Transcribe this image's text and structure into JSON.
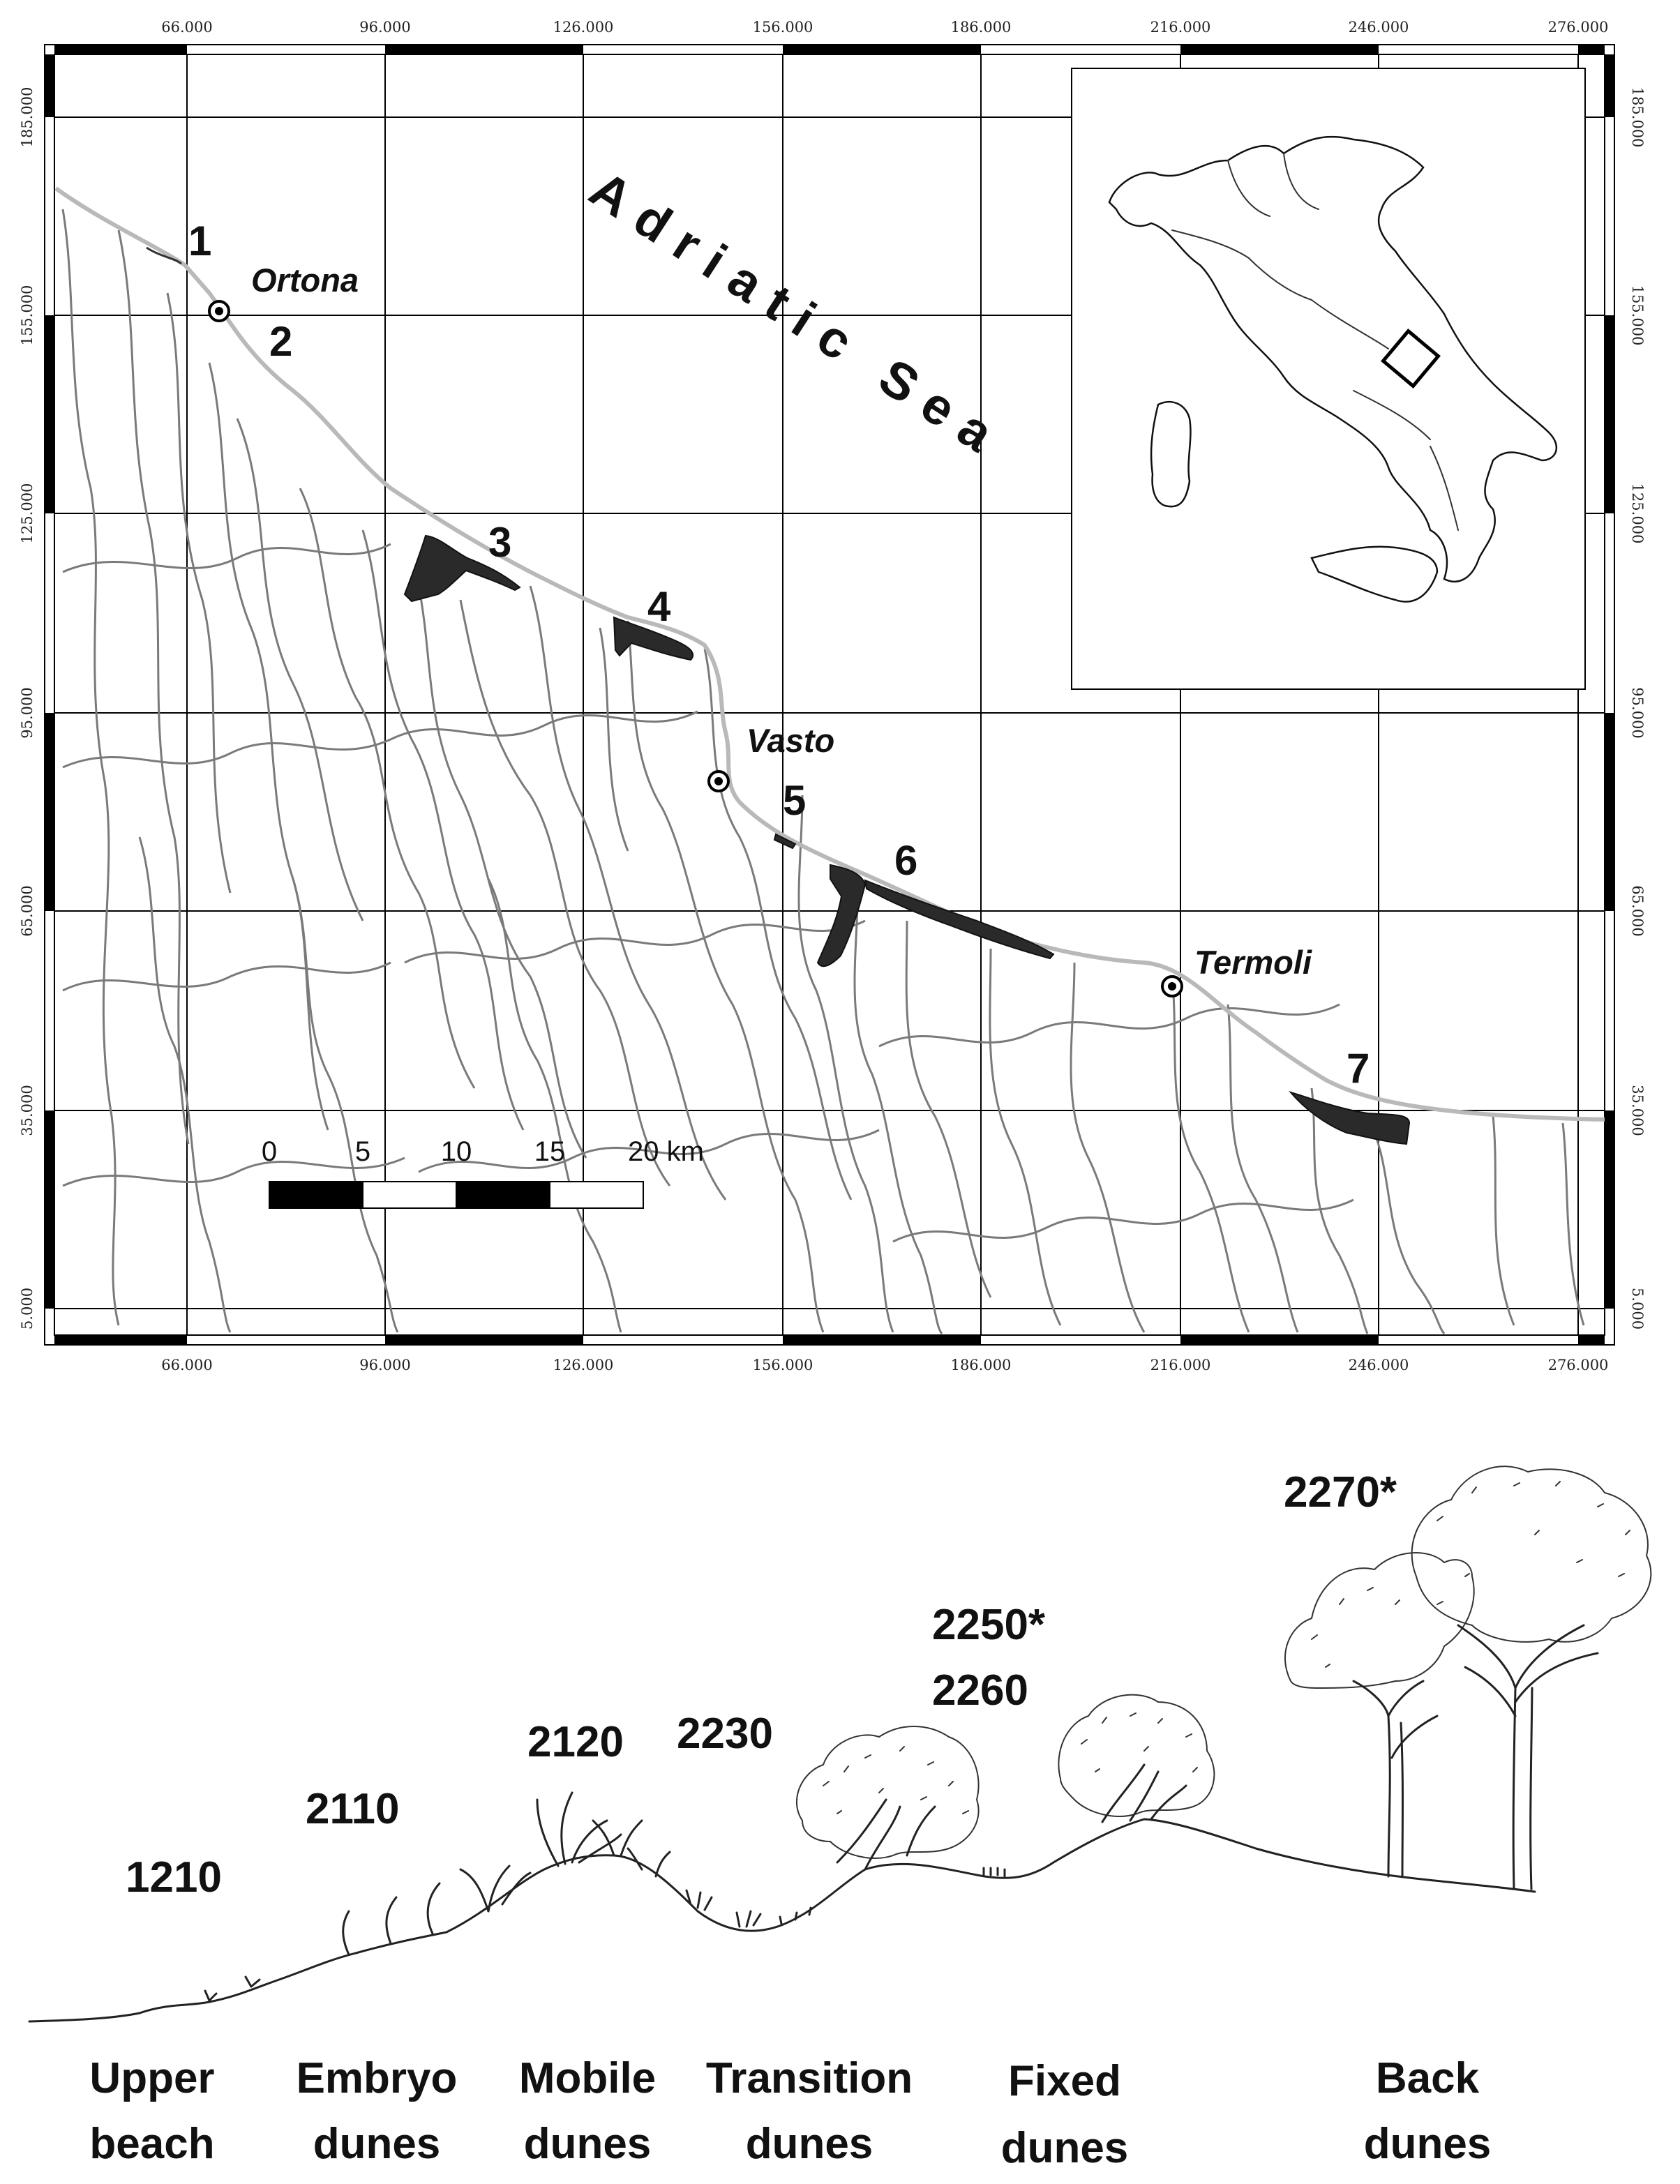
{
  "map": {
    "sea_label": "Adriatic Sea",
    "x_ticks": [
      "66.000",
      "96.000",
      "126.000",
      "156.000",
      "186.000",
      "216.000",
      "246.000",
      "276.000"
    ],
    "y_ticks": [
      "185.000",
      "155.000",
      "125.000",
      "95.000",
      "65.000",
      "35.000",
      "5.000"
    ],
    "towns": [
      "Ortona",
      "Vasto",
      "Termoli"
    ],
    "sites": [
      "1",
      "2",
      "3",
      "4",
      "5",
      "6",
      "7"
    ],
    "scale_bar": {
      "labels": [
        "0",
        "5",
        "10",
        "15",
        "20 km"
      ]
    },
    "inset": {
      "subject": "Italy"
    },
    "colors": {
      "coast": "#b9b9b9",
      "rivers": "#7a7a7a",
      "dune_sites": "#2a2a2a"
    }
  },
  "profile": {
    "habitat_codes": [
      "1210",
      "2110",
      "2120",
      "2230",
      "2250*",
      "2260",
      "2270*"
    ],
    "zones": [
      {
        "line1": "Upper",
        "line2": "beach"
      },
      {
        "line1": "Embryo",
        "line2": "dunes"
      },
      {
        "line1": "Mobile",
        "line2": "dunes"
      },
      {
        "line1": "Transition",
        "line2": "dunes"
      },
      {
        "line1": "Fixed",
        "line2": "dunes"
      },
      {
        "line1": "Back",
        "line2": "dunes"
      }
    ]
  }
}
